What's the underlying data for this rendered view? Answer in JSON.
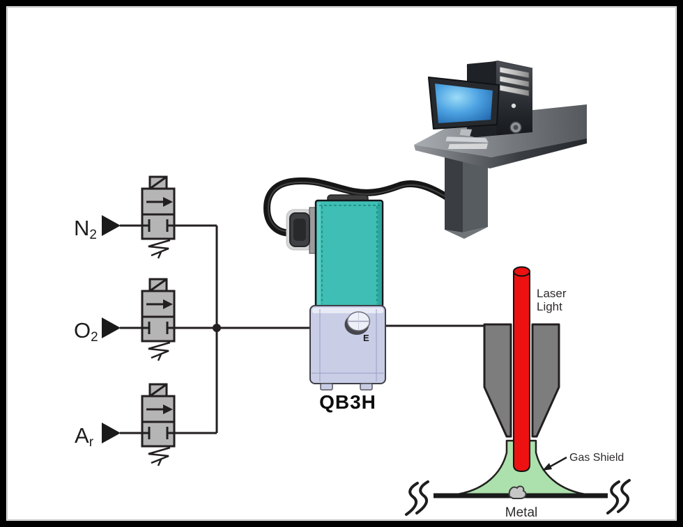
{
  "frame": {
    "border_color": "#000000",
    "background": "#ffffff"
  },
  "gases": [
    {
      "id": "nitrogen",
      "symbol_base": "N",
      "symbol_sub": "2"
    },
    {
      "id": "oxygen",
      "symbol_base": "O",
      "symbol_sub": "2"
    },
    {
      "id": "argon",
      "symbol_base": "A",
      "symbol_sub": "r"
    }
  ],
  "controller": {
    "model_label": "QB3H",
    "exhaust_port_label": "E"
  },
  "annotations": {
    "laser_line1": "Laser",
    "laser_line2": "Light",
    "gas_shield": "Gas Shield",
    "metal": "Metal"
  },
  "colors": {
    "outline": "#231f20",
    "valve_fill": "#b5b5b5",
    "controller_body_teal": "#3ebeb4",
    "controller_base_lavender": "#c9cde6",
    "laser_red": "#ee1111",
    "shield_green": "#ace0ac",
    "nozzle_gray": "#7d7d7d",
    "screen_blue": "#3f9fdc"
  }
}
